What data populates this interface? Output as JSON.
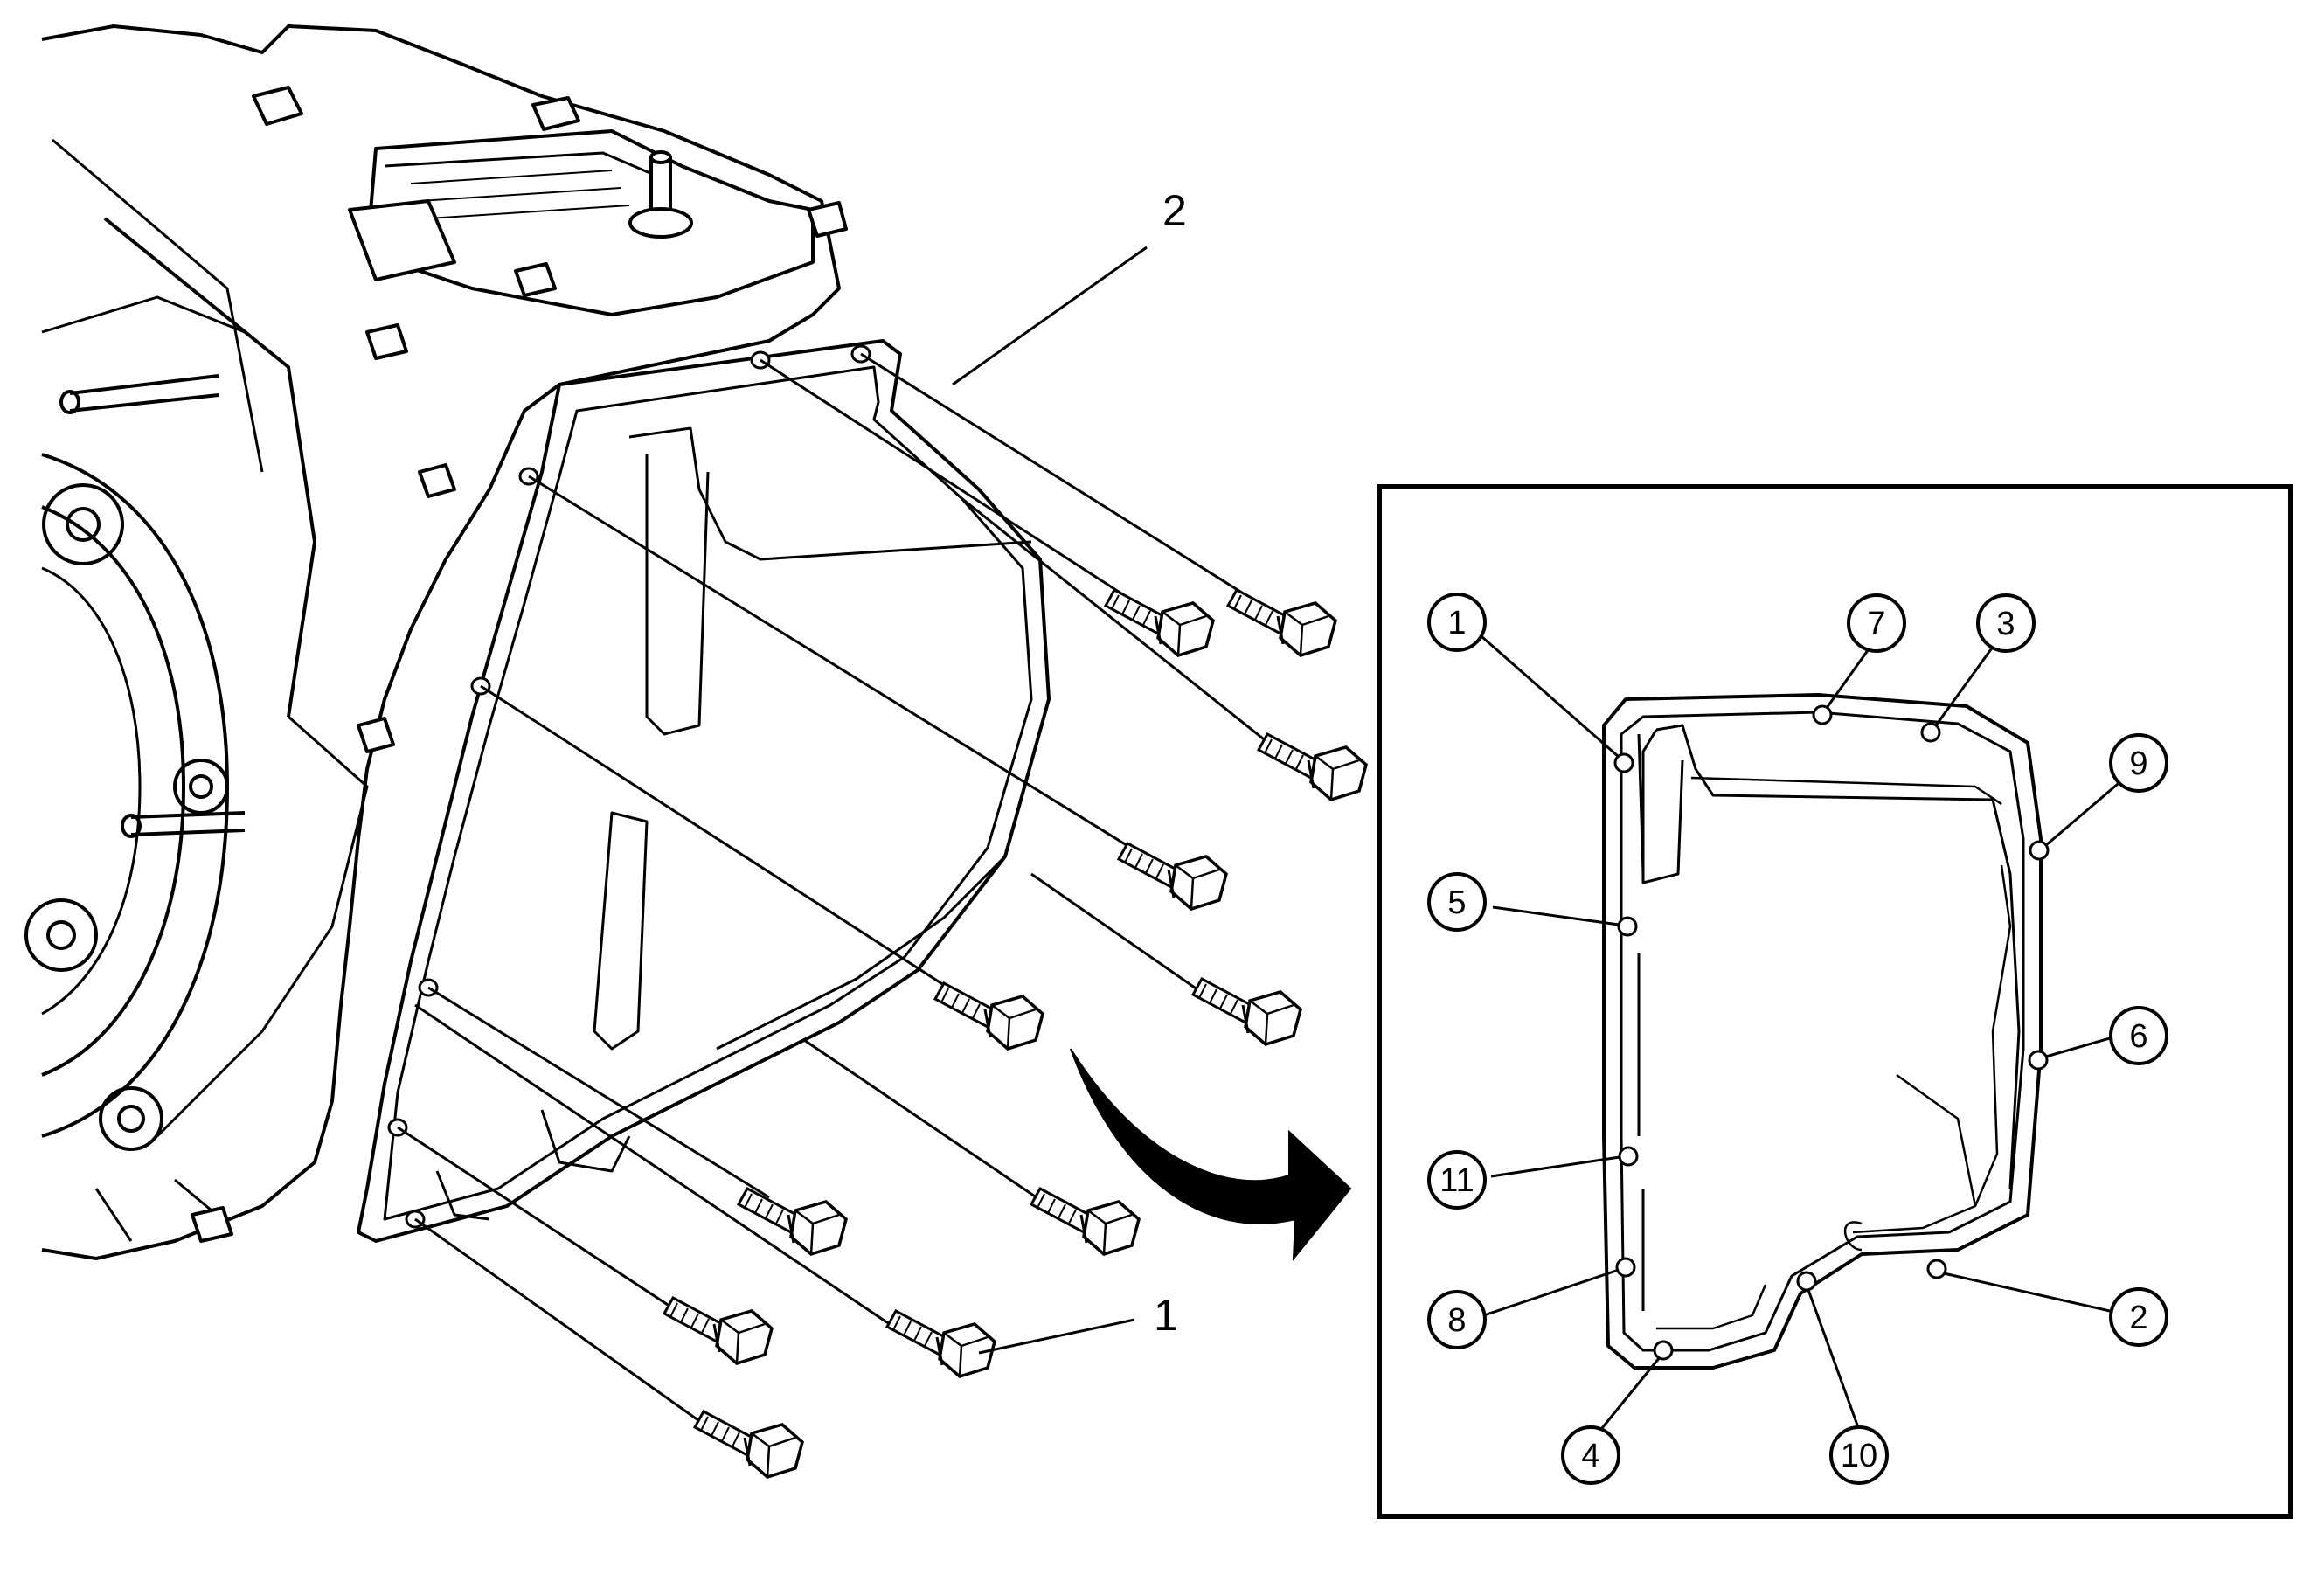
{
  "colors": {
    "line": "#000000",
    "background": "#ffffff"
  },
  "callouts": {
    "bolt": "1",
    "pan": "2"
  },
  "sequence": {
    "n1": "1",
    "n2": "2",
    "n3": "3",
    "n4": "4",
    "n5": "5",
    "n6": "6",
    "n7": "7",
    "n8": "8",
    "n9": "9",
    "n10": "10",
    "n11": "11"
  }
}
